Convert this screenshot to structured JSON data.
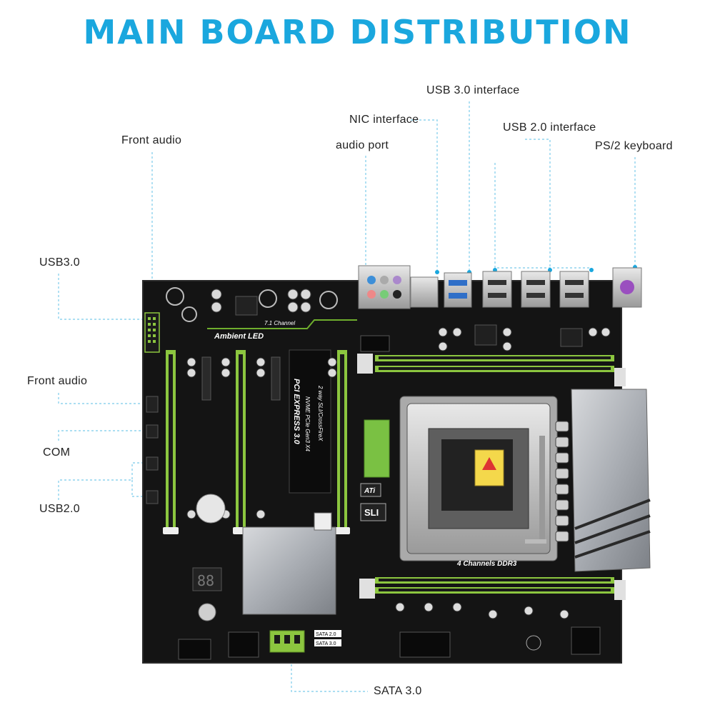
{
  "title": "MAIN BOARD DISTRIBUTION",
  "labels": {
    "usb30_interface": "USB 3.0 interface",
    "nic_interface": "NIC interface",
    "usb20_interface": "USB 2.0 interface",
    "audio_port": "audio port",
    "ps2_keyboard": "PS/2 keyboard",
    "front_audio_top": "Front audio",
    "usb30_left": "USB3.0",
    "front_audio_left": "Front audio",
    "com": "COM",
    "usb20_left": "USB2.0",
    "sata30": "SATA 3.0"
  },
  "board_text": {
    "ambient_led": "Ambient LED",
    "channel": "7.1 Channel",
    "pci_express": "PCI EXPRESS 3.0",
    "sli_crossfire": "2 way SLI/CrossFireX",
    "nvme": "NVME PCIe Gen3 X4",
    "ddr3": "4 Channels DDR3",
    "ati": "ATi",
    "sli": "SLI",
    "sata20_tag": "SATA 2.0",
    "sata30_tag": "SATA 3.0",
    "debug_digits": "88"
  },
  "colors": {
    "accent": "#1aa7de",
    "leader": "#8fd3ee",
    "pcb": "#141414",
    "slot_green": "#8cc63f",
    "heatsink": "#a9adb3"
  }
}
